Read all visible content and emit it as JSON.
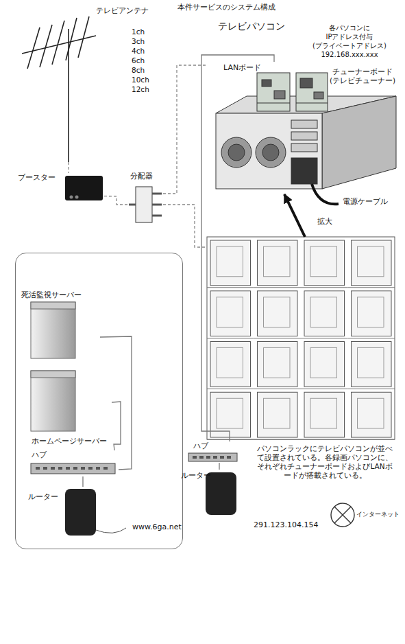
{
  "diagram": {
    "title": "本件サービスのシステム構成",
    "nodes": [
      {
        "text": [
          "テレビアンテナ"
        ]
      },
      {
        "text": [
          "テレビパソコン"
        ]
      },
      {
        "text": [
          "LANボード"
        ]
      },
      {
        "text": [
          "チューナーボード (テレビチューナー)"
        ]
      },
      {
        "text": [
          "ブースター"
        ]
      },
      {
        "text": [
          "分配器"
        ]
      },
      {
        "text": [
          "パソコンラックにテレビパソコンが並べて設置されている。各録画パソコンに、それぞれチューナーボードおよびLANボードが搭載されている。"
        ]
      },
      {
        "text": [
          "www.6ga.net"
        ]
      },
      {
        "text": [
          "死活監視サーバー"
        ],
        "in": 7
      },
      {
        "text": [
          "ホームページサーバー"
        ],
        "in": 7
      },
      {
        "text": [
          "ハブ"
        ],
        "in": 7
      },
      {
        "text": [
          "ルーター"
        ],
        "in": 7
      },
      {
        "text": [
          "ハブ"
        ]
      },
      {
        "text": [
          "ルーター",
          "291.123.104.154"
        ]
      },
      {
        "text": [
          "インターネット"
        ]
      }
    ],
    "edges": [
      {
        "from": 0,
        "to": 4,
        "arrow": "none"
      },
      {
        "from": 4,
        "to": 5,
        "arrow": "none"
      },
      {
        "from": 5,
        "to": 1,
        "arrow": "none"
      },
      {
        "from": 5,
        "to": 6,
        "arrow": "none"
      },
      {
        "from": 2,
        "to": 12,
        "arrow": "none"
      },
      {
        "from": 6,
        "to": 1,
        "label": "拡大",
        "arrow": "to"
      },
      {
        "from": 12,
        "to": 13,
        "arrow": "none"
      },
      {
        "from": 8,
        "to": 10,
        "arrow": "none"
      },
      {
        "from": 9,
        "to": 10,
        "arrow": "none"
      },
      {
        "from": 10,
        "to": 11,
        "arrow": "none"
      }
    ],
    "labels": [
      "1ch",
      "3ch",
      "4ch",
      "6ch",
      "8ch",
      "10ch",
      "12ch",
      "各パソコンに IPアドレス付与 (プライベートアドレス) 192.168.xxx.xxx",
      "電源ケーブル"
    ]
  }
}
